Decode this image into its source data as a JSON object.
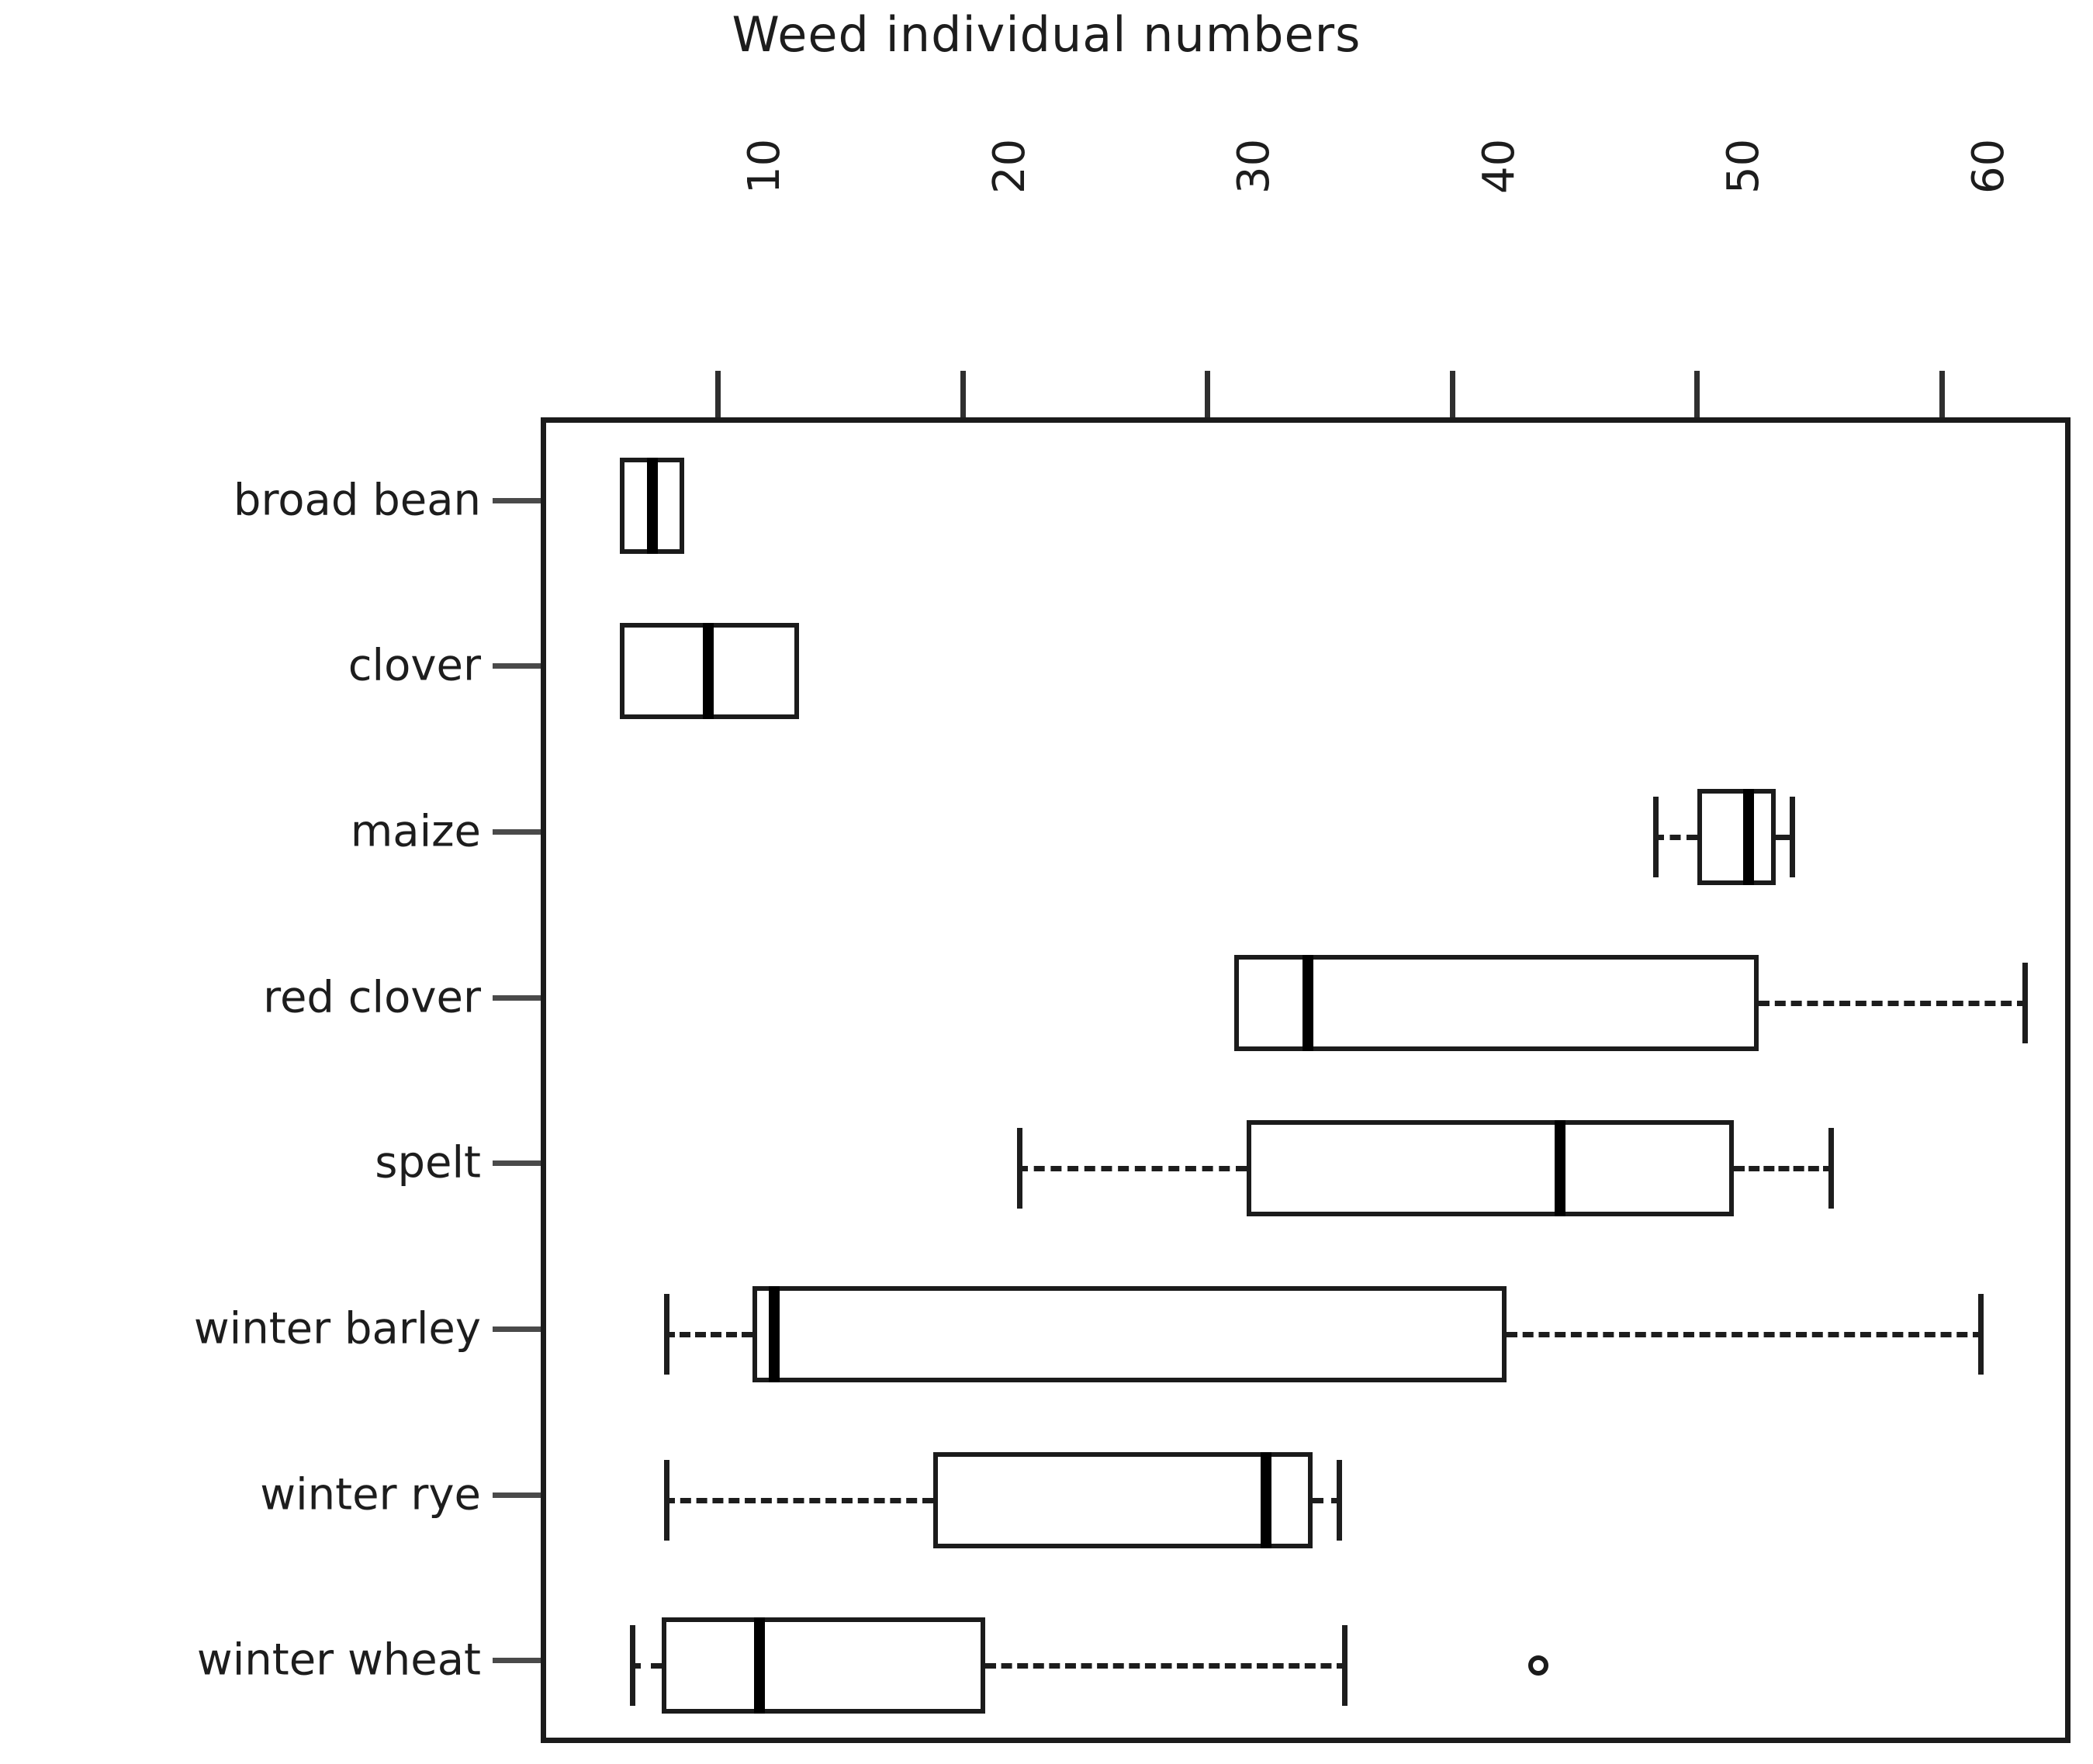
{
  "chart_data": {
    "type": "box",
    "title": "Weed individual numbers",
    "xlabel": "",
    "ylabel": "",
    "orientation": "horizontal",
    "axis_position": "top",
    "grid": false,
    "legend": null,
    "xlim": [
      3.2,
      65.7
    ],
    "xticks": [
      10,
      20,
      30,
      40,
      50,
      60
    ],
    "xtick_labels": [
      "10",
      "20",
      "30",
      "40",
      "50",
      "60"
    ],
    "xtick_rotation": 90,
    "categories": [
      "broad bean",
      "clover",
      "maize",
      "red clover",
      "spelt",
      "winter barley",
      "winter rye",
      "winter wheat"
    ],
    "boxes": [
      {
        "category": "broad bean",
        "whisker_low": 5.8,
        "q1": 5.8,
        "median": 7.1,
        "q3": 8.4,
        "whisker_high": 8.4,
        "outliers": []
      },
      {
        "category": "clover",
        "whisker_low": 5.8,
        "q1": 5.8,
        "median": 9.4,
        "q3": 13.1,
        "whisker_high": 13.1,
        "outliers": []
      },
      {
        "category": "maize",
        "whisker_low": 48.0,
        "q1": 49.8,
        "median": 51.9,
        "q3": 53.0,
        "whisker_high": 53.8,
        "outliers": []
      },
      {
        "category": "red clover",
        "whisker_low": 30.9,
        "q1": 30.9,
        "median": 33.9,
        "q3": 52.3,
        "whisker_high": 63.3,
        "outliers": []
      },
      {
        "category": "spelt",
        "whisker_low": 22.0,
        "q1": 31.4,
        "median": 44.2,
        "q3": 51.3,
        "whisker_high": 55.4,
        "outliers": []
      },
      {
        "category": "winter barley",
        "whisker_low": 7.6,
        "q1": 11.2,
        "median": 12.1,
        "q3": 42.0,
        "whisker_high": 61.5,
        "outliers": []
      },
      {
        "category": "winter rye",
        "whisker_low": 7.6,
        "q1": 18.6,
        "median": 32.2,
        "q3": 34.1,
        "whisker_high": 35.3,
        "outliers": []
      },
      {
        "category": "winter wheat",
        "whisker_low": 6.2,
        "q1": 7.5,
        "median": 11.5,
        "q3": 20.7,
        "whisker_high": 35.5,
        "outliers": [
          43.3
        ]
      }
    ],
    "colors": {
      "box_border": "#1b1b1b",
      "box_fill": "#ffffff",
      "median": "#000000",
      "whisker": "#1d1d1d",
      "axis": "#1b1b1b",
      "text": "#1d1d1d",
      "background": "#ffffff"
    }
  }
}
